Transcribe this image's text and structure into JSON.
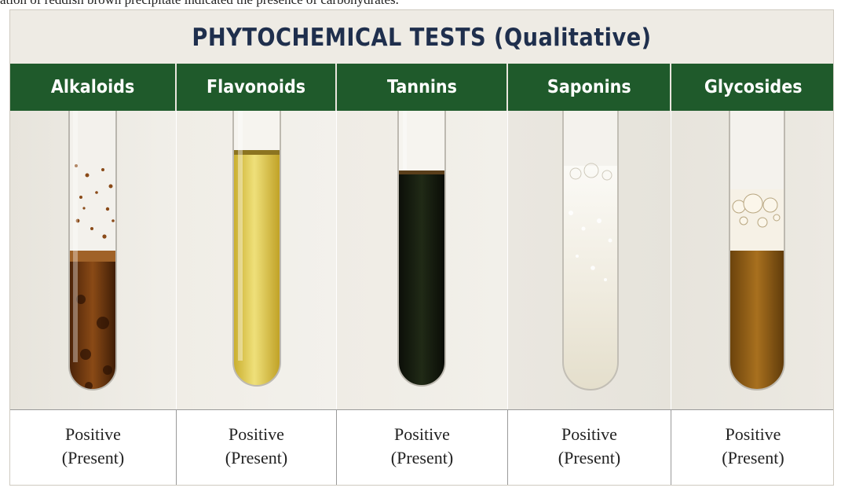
{
  "caption_fragment": "ation of reddish brown precipitate indicated the presence of carbohydrates.",
  "figure": {
    "title": "PHYTOCHEMICAL TESTS (Qualitative)",
    "tests": [
      {
        "name": "Alkaloids",
        "result": "Positive",
        "status": "(Present)",
        "tube_color": "#6b3510",
        "tube_image": "brown-precipitate-tube"
      },
      {
        "name": "Flavonoids",
        "result": "Positive",
        "status": "(Present)",
        "tube_color": "#d9c24a",
        "tube_image": "yellow-solution-tube"
      },
      {
        "name": "Tannins",
        "result": "Positive",
        "status": "(Present)",
        "tube_color": "#141810",
        "tube_image": "dark-green-black-tube"
      },
      {
        "name": "Saponins",
        "result": "Positive",
        "status": "(Present)",
        "tube_color": "#e8e3d3",
        "tube_image": "froth-tube"
      },
      {
        "name": "Glycosides",
        "result": "Positive",
        "status": "(Present)",
        "tube_color": "#8a5a14",
        "tube_image": "amber-foam-tube"
      }
    ]
  },
  "colors": {
    "header_bg": "#1f5a2b",
    "title_text": "#1f2f4d",
    "photo_bg": "#eeebe4"
  }
}
